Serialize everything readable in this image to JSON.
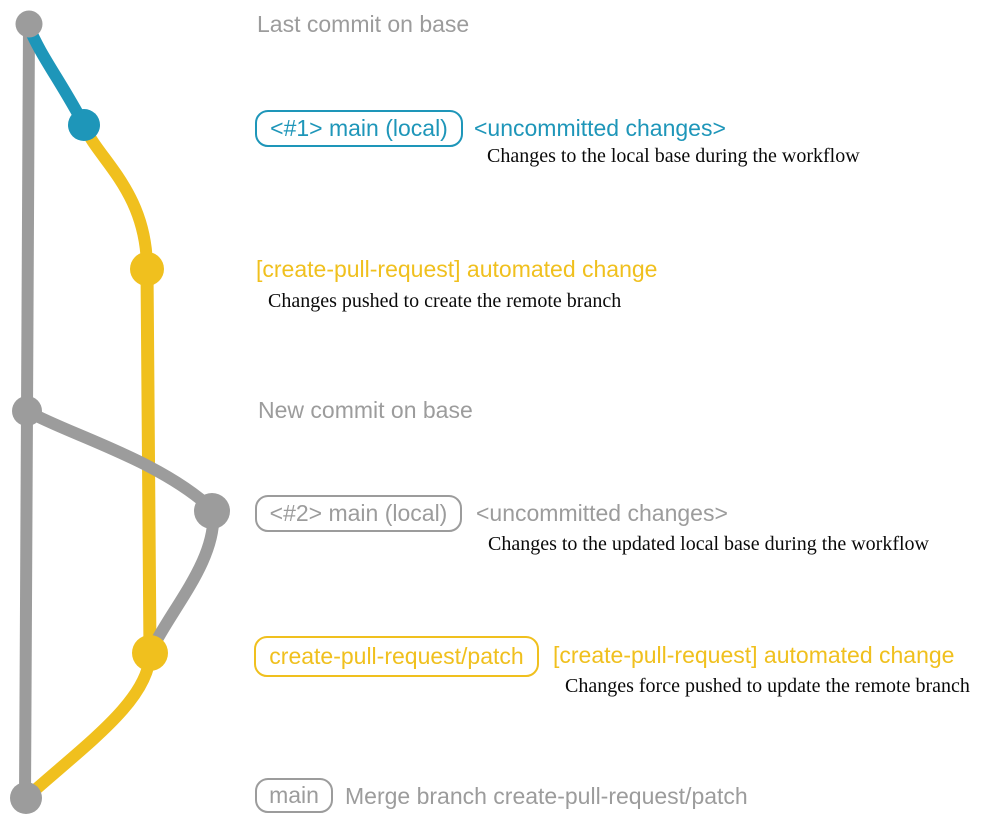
{
  "colors": {
    "gray": "#9c9c9c",
    "blue": "#1e96b9",
    "yellow": "#f0c01e",
    "text_dark": "#0a0a0a",
    "background": "#ffffff"
  },
  "annotations": {
    "last_commit_on_base": "Last commit on base",
    "new_commit_on_base": "New commit on base"
  },
  "row1": {
    "branch_label": "<#1> main (local)",
    "title": "<uncommitted changes>",
    "description": "Changes to the local base during the workflow"
  },
  "row2": {
    "title": "[create-pull-request] automated change",
    "description": "Changes pushed to create the remote branch"
  },
  "row3": {
    "branch_label": "<#2> main (local)",
    "title": "<uncommitted changes>",
    "description": "Changes to the updated local base during the workflow"
  },
  "row4": {
    "branch_label": "create-pull-request/patch",
    "title": "[create-pull-request] automated change",
    "description": "Changes force pushed to update the remote branch"
  },
  "row5": {
    "branch_label": "main",
    "description": "Merge branch create-pull-request/patch"
  },
  "graph": {
    "nodes": [
      {
        "id": "commit-last-on-base",
        "color": "gray"
      },
      {
        "id": "commit-uncommitted-changes-1",
        "color": "blue"
      },
      {
        "id": "commit-automated-change-1",
        "color": "yellow"
      },
      {
        "id": "commit-new-on-base",
        "color": "gray"
      },
      {
        "id": "commit-uncommitted-changes-2",
        "color": "gray"
      },
      {
        "id": "commit-automated-change-2",
        "color": "yellow"
      },
      {
        "id": "commit-merge",
        "color": "gray"
      }
    ],
    "edges": [
      {
        "id": "base-branch-line",
        "color": "gray"
      },
      {
        "id": "uncommitted-changes-edge-1",
        "color": "blue"
      },
      {
        "id": "patch-branch-edge",
        "color": "yellow"
      },
      {
        "id": "patch-branch-line",
        "color": "yellow"
      },
      {
        "id": "updated-base-edge",
        "color": "gray"
      },
      {
        "id": "force-push-edge",
        "color": "gray"
      },
      {
        "id": "merge-edge",
        "color": "yellow"
      }
    ]
  }
}
